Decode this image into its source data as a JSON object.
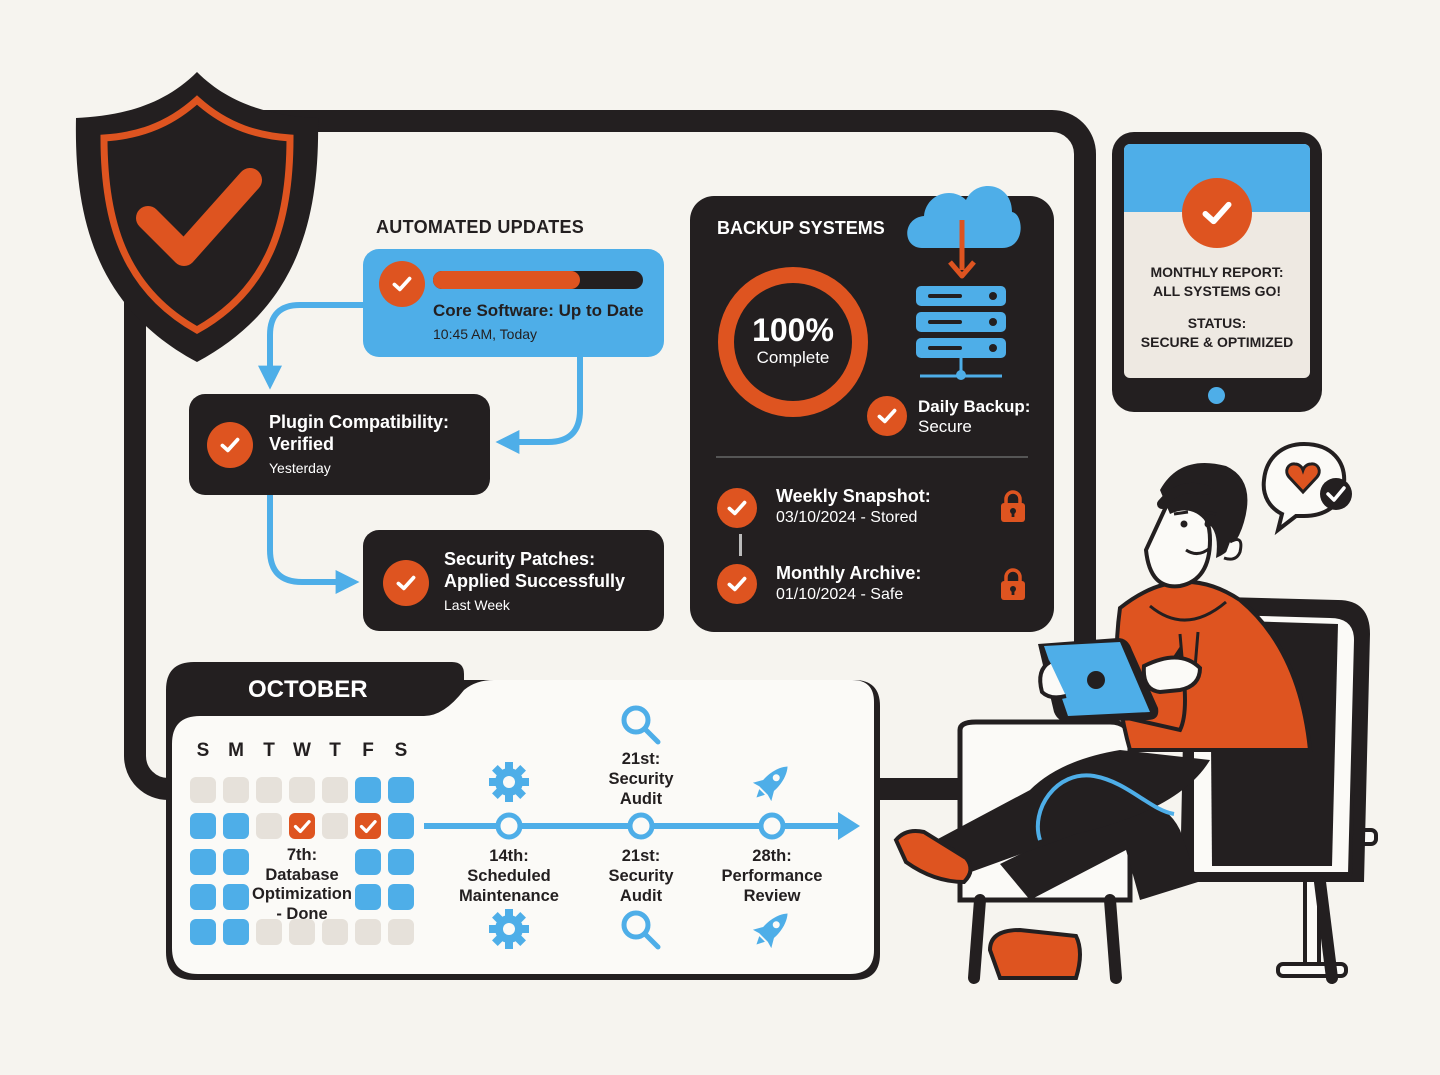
{
  "updates": {
    "title": "AUTOMATED UPDATES",
    "items": [
      {
        "title": "Core Software: Up to Date",
        "subtitle": "10:45 AM, Today",
        "progress": 0.7
      },
      {
        "title_l1": "Plugin Compatibility:",
        "title_l2": "Verified",
        "subtitle": "Yesterday"
      },
      {
        "title_l1": "Security Patches:",
        "title_l2": "Applied Successfully",
        "subtitle": "Last Week"
      }
    ]
  },
  "backup": {
    "title": "BACKUP SYSTEMS",
    "percent": "100%",
    "percent_label": "Complete",
    "daily_title": "Daily Backup:",
    "daily_sub": "Secure",
    "entries": [
      {
        "title": "Weekly Snapshot:",
        "sub": "03/10/2024 - Stored"
      },
      {
        "title": "Monthly Archive:",
        "sub": "01/10/2024 - Safe"
      }
    ]
  },
  "report": {
    "line1": "MONTHLY REPORT:",
    "line2": "ALL SYSTEMS GO!",
    "line3": "STATUS:",
    "line4": "SECURE & OPTIMIZED"
  },
  "calendar": {
    "month": "OCTOBER",
    "days": [
      "S",
      "M",
      "T",
      "W",
      "T",
      "F",
      "S"
    ],
    "note": [
      "7th:",
      "Database",
      "Optimization",
      "- Done"
    ]
  },
  "timeline": {
    "events": [
      {
        "l1": "14th:",
        "l2": "Scheduled",
        "l3": "Maintenance",
        "icon": "gear-icon"
      },
      {
        "l1": "21st:",
        "l2": "Security",
        "l3": "Audit",
        "icon": "magnifier-icon"
      },
      {
        "l1": "28th:",
        "l2": "Performance",
        "l3": "Review",
        "icon": "rocket-icon"
      }
    ],
    "top_label": {
      "l1": "21st:",
      "l2": "Security",
      "l3": "Audit"
    }
  },
  "colors": {
    "accent": "#de5420",
    "blue": "#4eaee8",
    "dark": "#231f20",
    "background": "#f6f4ef"
  }
}
